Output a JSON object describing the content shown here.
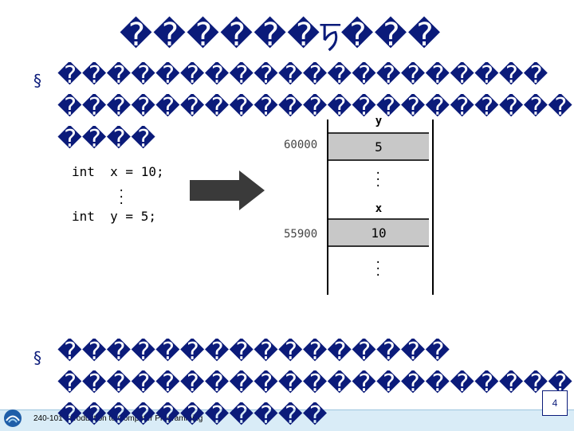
{
  "slide": {
    "title": "������ꠠ���",
    "bullet_symbol": "§",
    "bullet1_lines": [
      "��������������������",
      "���������������������",
      "����"
    ],
    "bullet2_lines": [
      "����������������",
      "���������������������",
      "�����������"
    ],
    "footer_text": "240-101 Introduction to Computer Programming",
    "page_number": "4"
  },
  "code": {
    "line1": "int  x = 10;",
    "line2": "int  y = 5;",
    "ellipsis": ".\n.\n."
  },
  "memory": {
    "cells": [
      {
        "name": "y",
        "address": "60000",
        "value": "5"
      },
      {
        "name": "x",
        "address": "55900",
        "value": "10"
      }
    ],
    "ellipsis": ".\n.\n."
  },
  "colors": {
    "text": "#0b1b7a",
    "cell": "#c8c8c8",
    "footer": "#d9ecf7"
  },
  "icons": {
    "arrow": "arrow-right-icon",
    "logo": "university-logo-icon"
  }
}
